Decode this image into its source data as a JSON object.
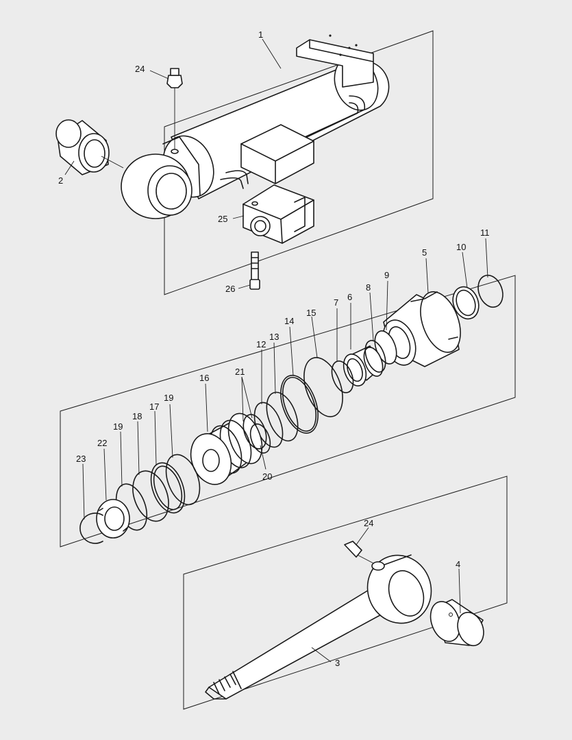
{
  "diagram": {
    "background": "#ececec",
    "line_color": "#1a1a1a",
    "callouts": [
      {
        "id": "c1",
        "text": "1"
      },
      {
        "id": "c2",
        "text": "2"
      },
      {
        "id": "c3",
        "text": "3"
      },
      {
        "id": "c4",
        "text": "4"
      },
      {
        "id": "c5",
        "text": "5"
      },
      {
        "id": "c6",
        "text": "6"
      },
      {
        "id": "c7",
        "text": "7"
      },
      {
        "id": "c8",
        "text": "8"
      },
      {
        "id": "c9",
        "text": "9"
      },
      {
        "id": "c10",
        "text": "10"
      },
      {
        "id": "c11",
        "text": "11"
      },
      {
        "id": "c12",
        "text": "12"
      },
      {
        "id": "c13",
        "text": "13"
      },
      {
        "id": "c14",
        "text": "14"
      },
      {
        "id": "c15",
        "text": "15"
      },
      {
        "id": "c16",
        "text": "16"
      },
      {
        "id": "c17",
        "text": "17"
      },
      {
        "id": "c18",
        "text": "18"
      },
      {
        "id": "c19a",
        "text": "19"
      },
      {
        "id": "c19b",
        "text": "19"
      },
      {
        "id": "c20",
        "text": "20"
      },
      {
        "id": "c21",
        "text": "21"
      },
      {
        "id": "c22",
        "text": "22"
      },
      {
        "id": "c23",
        "text": "23"
      },
      {
        "id": "c24a",
        "text": "24"
      },
      {
        "id": "c24b",
        "text": "24"
      },
      {
        "id": "c25",
        "text": "25"
      },
      {
        "id": "c26",
        "text": "26"
      }
    ]
  }
}
